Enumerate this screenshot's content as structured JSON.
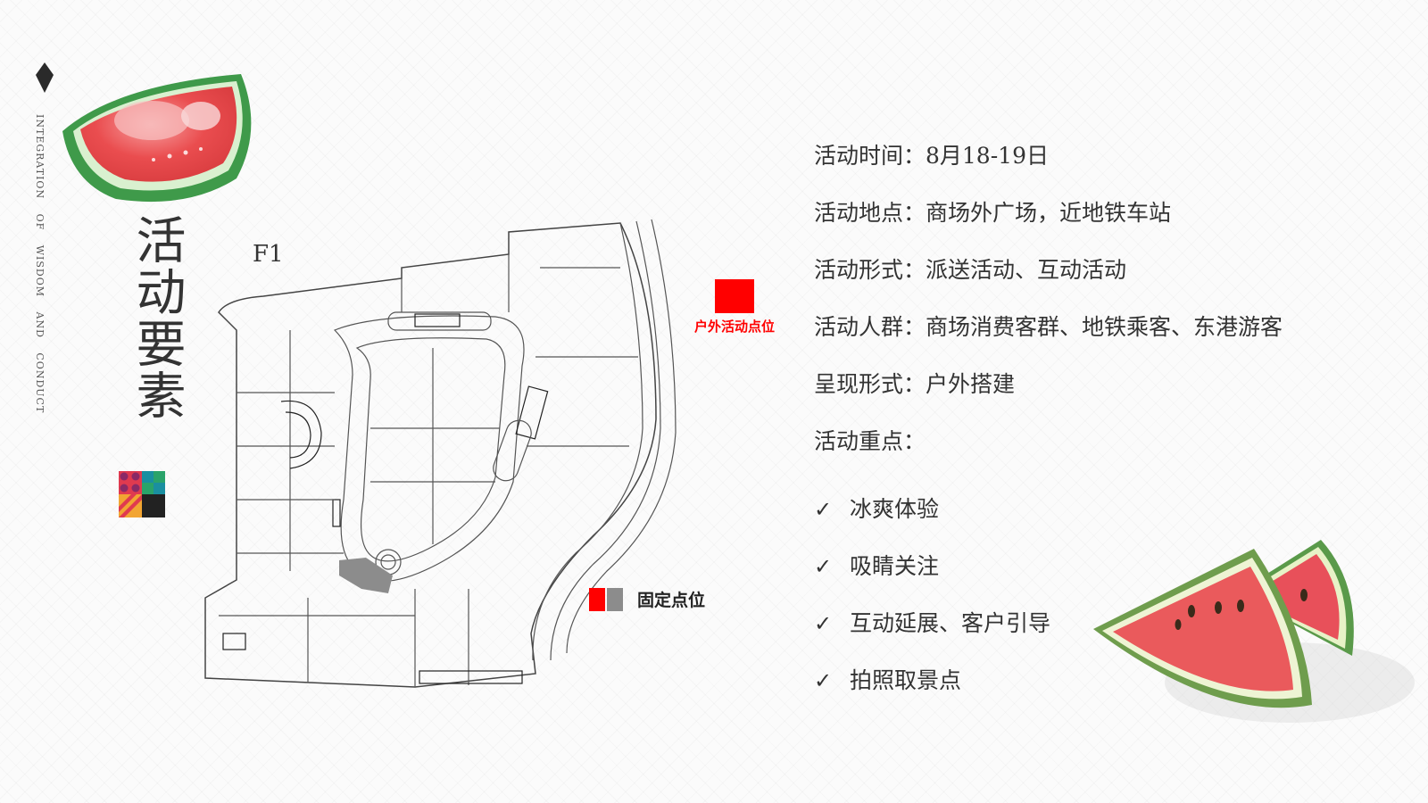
{
  "side": {
    "tagline": "INTEGRATION OF WISDOM AND CONDUCT"
  },
  "title": "活动要素",
  "map": {
    "floor": "F1",
    "outdoor_label": "户外活动点位",
    "legend_label": "固定点位",
    "colors": {
      "outdoor": "#ff0000",
      "fixed_red": "#ff0000",
      "fixed_gray": "#8c8c8c"
    }
  },
  "info": {
    "lines": [
      "活动时间：8月18-19日",
      "活动地点：商场外广场，近地铁车站",
      "活动形式：派送活动、互动活动",
      "活动人群：商场消费客群、地铁乘客、东港游客",
      "呈现形式：户外搭建",
      "活动重点："
    ],
    "focus_items": [
      "冰爽体验",
      "吸睛关注",
      "互动延展、客户引导",
      "拍照取景点"
    ],
    "check_symbol": "✓"
  },
  "icons": [
    "diamond-icon",
    "watermelon-slice-image",
    "color-block-icon",
    "floorplan-image",
    "watermelon-wedges-image"
  ]
}
